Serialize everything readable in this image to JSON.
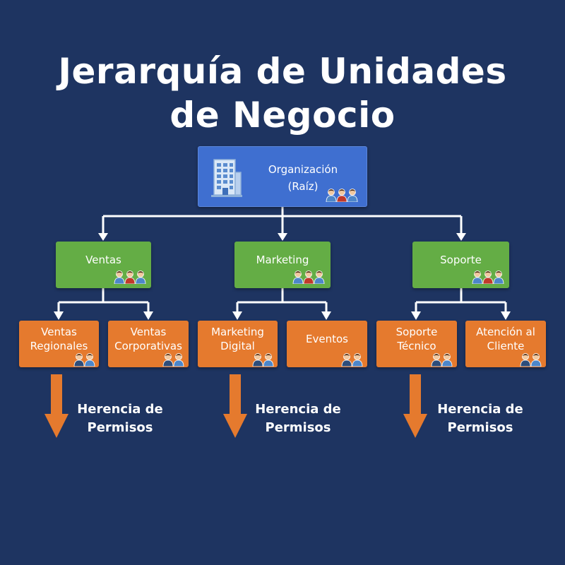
{
  "title": {
    "line1": "Jerarquía de Unidades",
    "line2": "de Negocio"
  },
  "root": {
    "line1": "Organización",
    "line2": "(Raíz)",
    "icon": "office-building-icon"
  },
  "units": [
    {
      "label": "Ventas",
      "children": [
        {
          "line1": "Ventas",
          "line2": "Regionales"
        },
        {
          "line1": "Ventas",
          "line2": "Corporativas"
        }
      ],
      "inherit": {
        "line1": "Herencia de",
        "line2": "Permisos"
      }
    },
    {
      "label": "Marketing",
      "children": [
        {
          "line1": "Marketing",
          "line2": "Digital"
        },
        {
          "line1": "Eventos",
          "line2": ""
        }
      ],
      "inherit": {
        "line1": "Herencia de",
        "line2": "Permisos"
      }
    },
    {
      "label": "Soporte",
      "children": [
        {
          "line1": "Soporte",
          "line2": "Técnico"
        },
        {
          "line1": "Atención al",
          "line2": "Cliente"
        }
      ],
      "inherit": {
        "line1": "Herencia de",
        "line2": "Permisos"
      }
    }
  ],
  "colors": {
    "background": "#1e3461",
    "root": "#3f6fd0",
    "business_unit": "#64ad45",
    "sub_unit": "#e57a2e",
    "arrow": "#e57a2e",
    "connector": "#ffffff"
  }
}
